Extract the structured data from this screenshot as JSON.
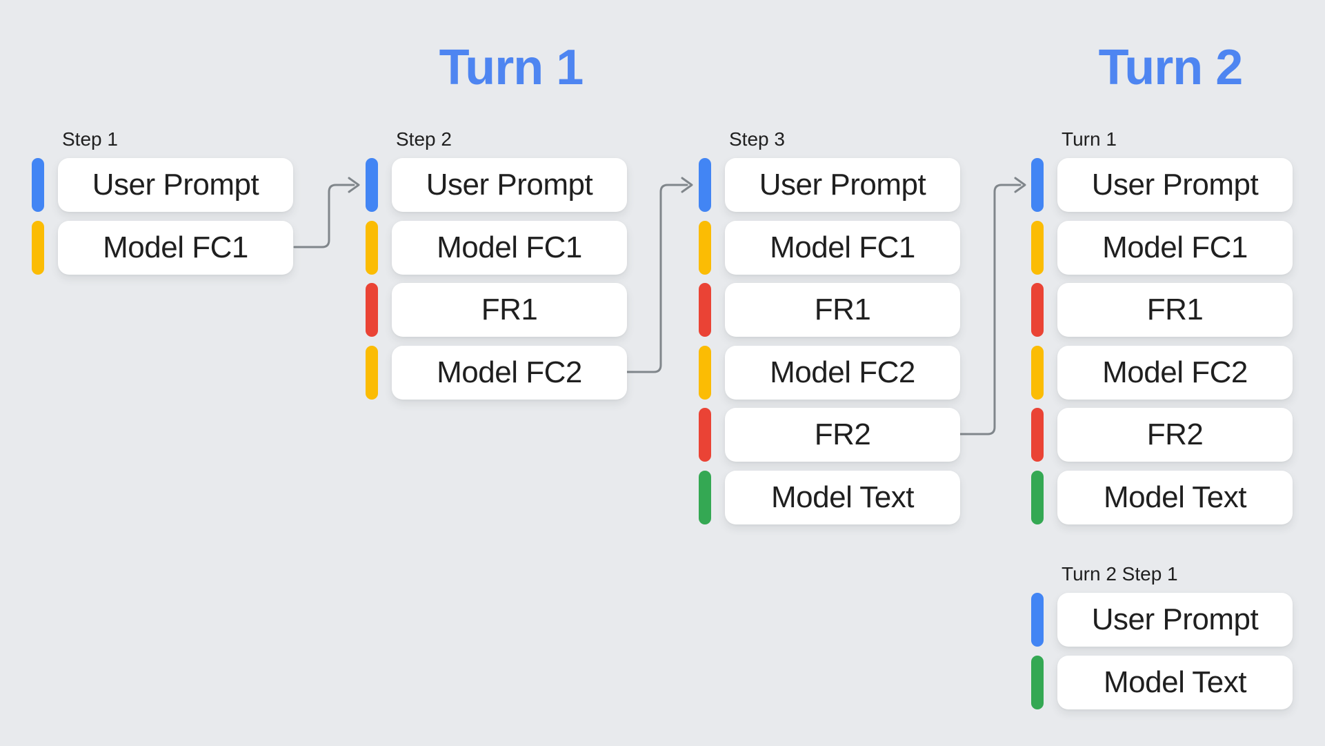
{
  "headings": {
    "turn1": "Turn 1",
    "turn2": "Turn 2"
  },
  "colors": {
    "heading_text": "#4E85F1",
    "user_prompt_bar": "#4285F4",
    "model_function_call_bar": "#FBBC04",
    "function_response_bar": "#EA4335",
    "model_text_bar": "#34A853",
    "arrow": "#80868B",
    "card_background": "#FFFFFF",
    "card_text": "#1F1F1F",
    "page_background": "#E8EAED"
  },
  "groups": [
    {
      "label": "Step 1",
      "items": [
        {
          "label": "User Prompt",
          "kind": "user-prompt"
        },
        {
          "label": "Model FC1",
          "kind": "model-function-call"
        }
      ]
    },
    {
      "label": "Step 2",
      "items": [
        {
          "label": "User Prompt",
          "kind": "user-prompt"
        },
        {
          "label": "Model FC1",
          "kind": "model-function-call"
        },
        {
          "label": "FR1",
          "kind": "function-response"
        },
        {
          "label": "Model FC2",
          "kind": "model-function-call"
        }
      ]
    },
    {
      "label": "Step 3",
      "items": [
        {
          "label": "User Prompt",
          "kind": "user-prompt"
        },
        {
          "label": "Model FC1",
          "kind": "model-function-call"
        },
        {
          "label": "FR1",
          "kind": "function-response"
        },
        {
          "label": "Model FC2",
          "kind": "model-function-call"
        },
        {
          "label": "FR2",
          "kind": "function-response"
        },
        {
          "label": "Model Text",
          "kind": "model-text"
        }
      ]
    },
    {
      "label": "Turn 1",
      "items": [
        {
          "label": "User Prompt",
          "kind": "user-prompt"
        },
        {
          "label": "Model FC1",
          "kind": "model-function-call"
        },
        {
          "label": "FR1",
          "kind": "function-response"
        },
        {
          "label": "Model FC2",
          "kind": "model-function-call"
        },
        {
          "label": "FR2",
          "kind": "function-response"
        },
        {
          "label": "Model Text",
          "kind": "model-text"
        }
      ]
    },
    {
      "label": "Turn 2 Step 1",
      "items": [
        {
          "label": "User Prompt",
          "kind": "user-prompt"
        },
        {
          "label": "Model Text",
          "kind": "model-text"
        }
      ]
    }
  ],
  "arrows": [
    {
      "from": "Step 1 / Model FC1",
      "to": "Step 2 / User Prompt"
    },
    {
      "from": "Step 2 / Model FC2",
      "to": "Step 3 / User Prompt"
    },
    {
      "from": "Step 3 / FR2",
      "to": "Turn 1 / User Prompt"
    }
  ]
}
